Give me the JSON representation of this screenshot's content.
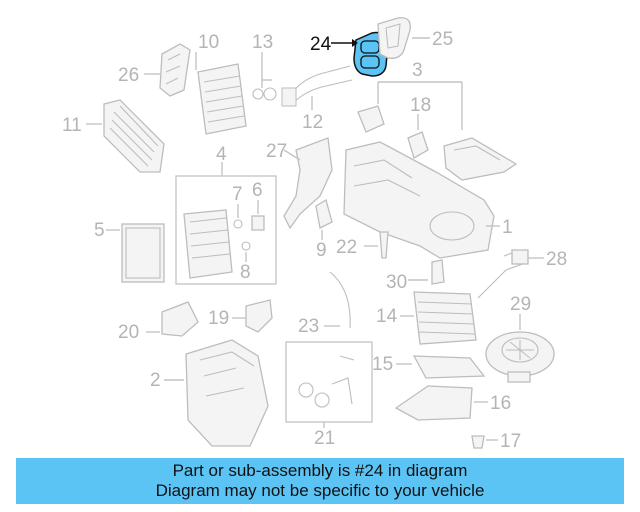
{
  "highlight_color": "#5bc4f5",
  "callouts": {
    "c24": "24",
    "c25": "25",
    "c10": "10",
    "c13": "13",
    "c26": "26",
    "c3": "3",
    "c11": "11",
    "c12": "12",
    "c18": "18",
    "c27": "27",
    "c4": "4",
    "c7": "7",
    "c6": "6",
    "c5": "5",
    "c1": "1",
    "c9": "9",
    "c22": "22",
    "c8": "8",
    "c28": "28",
    "c30": "30",
    "c29": "29",
    "c14": "14",
    "c20": "20",
    "c19": "19",
    "c23": "23",
    "c15": "15",
    "c2": "2",
    "c16": "16",
    "c21": "21",
    "c17": "17"
  },
  "banner": {
    "line1": "Part or sub-assembly is #24 in diagram",
    "line2": "Diagram may not be specific to your vehicle"
  }
}
